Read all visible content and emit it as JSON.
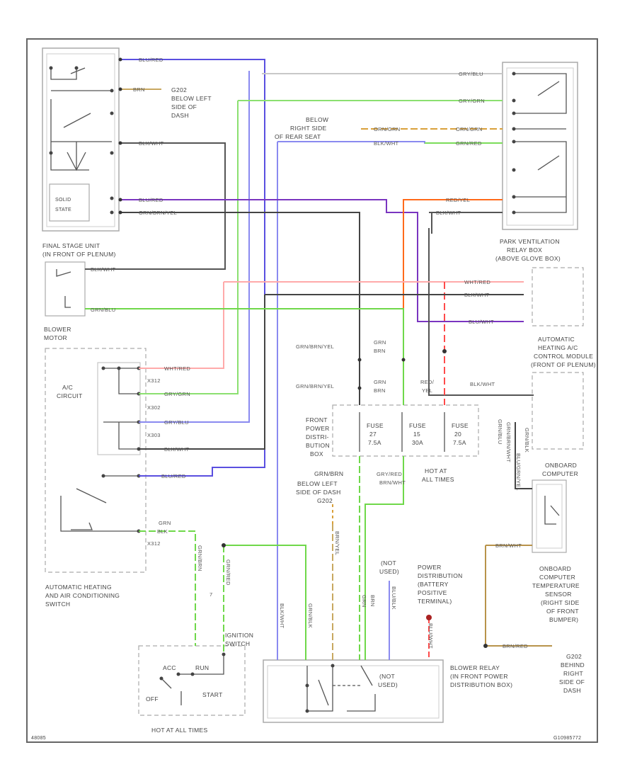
{
  "colors": {
    "blue": "#5a4fe0",
    "light_blue": "#8a8af0",
    "purple": "#7a35c0",
    "green": "#4fd63a",
    "orange": "#ff6a1a",
    "red": "#ff4a4a",
    "pink": "#ff9a9a",
    "dark": "#3a3a3a",
    "brown": "#b8934a",
    "grey": "#bdbdbd",
    "border": "#666666"
  },
  "components": {
    "final_stage": "FINAL STAGE UNIT",
    "final_stage_loc": "(IN FRONT OF PLENUM)",
    "solid_state_1": "SOLID",
    "solid_state_2": "STATE",
    "g202_1": "G202",
    "g202_2": "BELOW LEFT",
    "g202_3": "SIDE OF",
    "g202_4": "DASH",
    "below_right_1": "BELOW",
    "below_right_2": "RIGHT SIDE",
    "below_right_3": "OF REAR SEAT",
    "blower_motor_1": "BLOWER",
    "blower_motor_2": "MOTOR",
    "ac_circuit_1": "A/C",
    "ac_circuit_2": "CIRCUIT",
    "auto_switch_1": "AUTOMATIC HEATING",
    "auto_switch_2": "AND AIR CONDITIONING",
    "auto_switch_3": "SWITCH",
    "park_vent_1": "PARK VENTILATION",
    "park_vent_2": "RELAY BOX",
    "park_vent_3": "(ABOVE GLOVE BOX)",
    "auto_module_1": "AUTOMATIC",
    "auto_module_2": "HEATING A/C",
    "auto_module_3": "CONTROL MODULE",
    "auto_module_4": "(FRONT OF PLENUM)",
    "fuse_box_1": "FRONT",
    "fuse_box_2": "POWER",
    "fuse_box_3": "DISTRI-",
    "fuse_box_4": "BUTION",
    "fuse_box_5": "BOX",
    "fuse_27_1": "FUSE",
    "fuse_27_2": "27",
    "fuse_27_3": "7.5A",
    "fuse_15_1": "FUSE",
    "fuse_15_2": "15",
    "fuse_15_3": "30A",
    "fuse_20_1": "FUSE",
    "fuse_20_2": "20",
    "fuse_20_3": "7.5A",
    "hot_all_1": "HOT AT",
    "hot_all_2": "ALL TIMES",
    "onboard_1": "ONBOARD",
    "onboard_2": "COMPUTER",
    "temp_sensor_1": "ONBOARD",
    "temp_sensor_2": "COMPUTER",
    "temp_sensor_3": "TEMPERATURE",
    "temp_sensor_4": "SENSOR",
    "temp_sensor_5": "(RIGHT SIDE",
    "temp_sensor_6": "OF FRONT",
    "temp_sensor_7": "BUMPER)",
    "g202_right_1": "G202",
    "g202_right_2": "BEHIND",
    "g202_right_3": "RIGHT",
    "g202_right_4": "SIDE OF",
    "g202_right_5": "DASH",
    "power_dist_1": "POWER",
    "power_dist_2": "DISTRIBUTION",
    "power_dist_3": "(BATTERY",
    "power_dist_4": "POSITIVE",
    "power_dist_5": "TERMINAL)",
    "blower_relay_1": "BLOWER RELAY",
    "blower_relay_2": "(IN FRONT POWER",
    "blower_relay_3": "DISTRIBUTION BOX)",
    "ignition_1": "IGNITION",
    "ignition_2": "SWITCH",
    "ign_run": "RUN",
    "ign_acc": "ACC",
    "ign_off": "OFF",
    "ign_start": "START",
    "hot_all_bottom": "HOT AT ALL TIMES",
    "g202_mid_1": "GRN/BRN",
    "g202_mid_2": "BELOW LEFT",
    "g202_mid_3": "SIDE OF DASH",
    "g202_mid_4": "G202",
    "not_used_1": "(NOT",
    "not_used_2": "USED)",
    "not_used_relay_1": "(NOT",
    "not_used_relay_2": "USED)"
  },
  "wire_labels": {
    "blu_red": "BLU/RED",
    "brn": "BRN",
    "blk_wht": "BLK/WHT",
    "blu_red2": "BLU/RED",
    "grn_brn_yel": "GRN/BRN/YEL",
    "blk_wht2": "BLK/WHT",
    "grn_blu": "GRY/BLU",
    "grn_grn": "GRY/GRN",
    "orn_grn": "ORN/GRN",
    "orn_grn2": "ORN/GRN",
    "blk_wht3": "BLK/WHT",
    "grn_red": "GRN/RED",
    "red_yel": "RED/YEL",
    "blk_wht4": "BLK/WHT",
    "grn_blu_left": "GRN/BLU",
    "wht_red": "WHT/RED",
    "blk_wht5": "BLK/WHT",
    "blu_wht": "BLU/WHT",
    "grn_brn_yel2": "GRN/BRN/YEL",
    "grn_brn_yel3": "GRN/BRN/YEL",
    "grn_brn_1": "GRN",
    "grn_brn_2": "BRN",
    "grn_brn_3": "GRN",
    "grn_brn_4": "BRN",
    "red_yel_1": "RED/",
    "red_yel_2": "YEL",
    "wht_red_sw": "WHT/RED",
    "gry_grn_sw": "GRY/GRN",
    "gry_blu_sw": "GRY/BLU",
    "blk_wht_sw": "BLK/WHT",
    "blu_red_sw": "BLU/RED",
    "grn_sw_1": "GRN",
    "grn_sw_2": "BLK",
    "x312": "X312",
    "x302": "X302",
    "x303": "X303",
    "x312b": "X312",
    "blk_wht_r": "BLK/WHT",
    "brn_wht": "BRN/WHT",
    "grn_brn_b": "GRN/BRN",
    "blk_wht_b": "BLK/WHT",
    "grn_red_b": "GRN/RED",
    "grn_blk_b": "GRN/BLK",
    "brn_red_b": "BRN/RED",
    "grn_b": "GRN",
    "brn_b": "BRN",
    "blu_blk_b": "BLU/BLK",
    "blu_wht_b": "BLU/WHT",
    "gry_red_b": "GRY/RED",
    "brn_wht_b": "BRN/WHT",
    "blu_grn_v": "BLU/GRN/YEL",
    "grn_brn_v": "GRN/BRN/WHT",
    "grn_blu_v": "GRN/BLU",
    "grn_blk_v": "GRN/BLK",
    "brn_yel_v": "BRN/YEL",
    "pin_7": "7"
  },
  "footer": {
    "left_code": "48085",
    "right_code": "G10985772"
  }
}
